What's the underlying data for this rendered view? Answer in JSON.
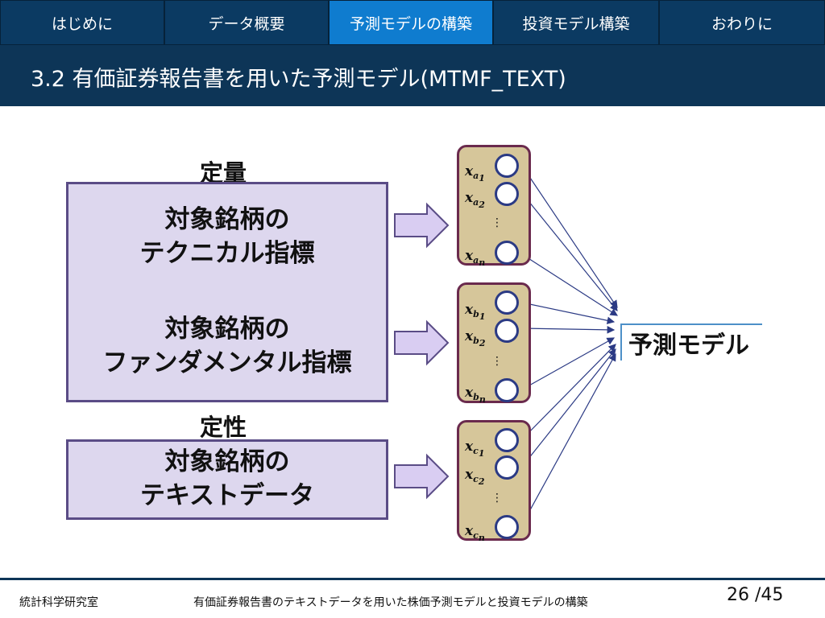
{
  "nav": {
    "tabs": [
      {
        "label": "はじめに",
        "active": false
      },
      {
        "label": "データ概要",
        "active": false
      },
      {
        "label": "予測モデルの構築",
        "active": true
      },
      {
        "label": "投資モデル構築",
        "active": false
      },
      {
        "label": "おわりに",
        "active": false
      }
    ]
  },
  "title": "3.2 有価証券報告書を用いた予測モデル(MTMF_TEXT)",
  "labels": {
    "quantitative": "定量",
    "qualitative": "定性"
  },
  "boxes": {
    "technical_line1": "対象銘柄の",
    "technical_line2": "テクニカル指標",
    "fundamental_line1": "対象銘柄の",
    "fundamental_line2": "ファンダメンタル指標",
    "text_line1": "対象銘柄の",
    "text_line2": "テキストデータ"
  },
  "groups": [
    {
      "var": "x",
      "sub": "a",
      "idx": [
        "1",
        "2",
        "n"
      ]
    },
    {
      "var": "x",
      "sub": "b",
      "idx": [
        "1",
        "2",
        "n"
      ]
    },
    {
      "var": "x",
      "sub": "c",
      "idx": [
        "1",
        "2",
        "n"
      ]
    }
  ],
  "dots": "⋮",
  "model_label": "予測モデル",
  "footer": {
    "lab": "統計科学研究室",
    "talk_title": "有価証券報告書のテキストデータを用いた株価予測モデルと投資モデルの構築",
    "page": "26",
    "total": "/45"
  },
  "colors": {
    "nav_bg": "#0b3a62",
    "nav_active": "#0f7ccf",
    "box_fill": "#ddd7ee",
    "box_border": "#5a4c86",
    "group_fill": "#d6c69a",
    "group_border": "#6a2a4d",
    "arrow_fill": "#d9cdf2"
  }
}
